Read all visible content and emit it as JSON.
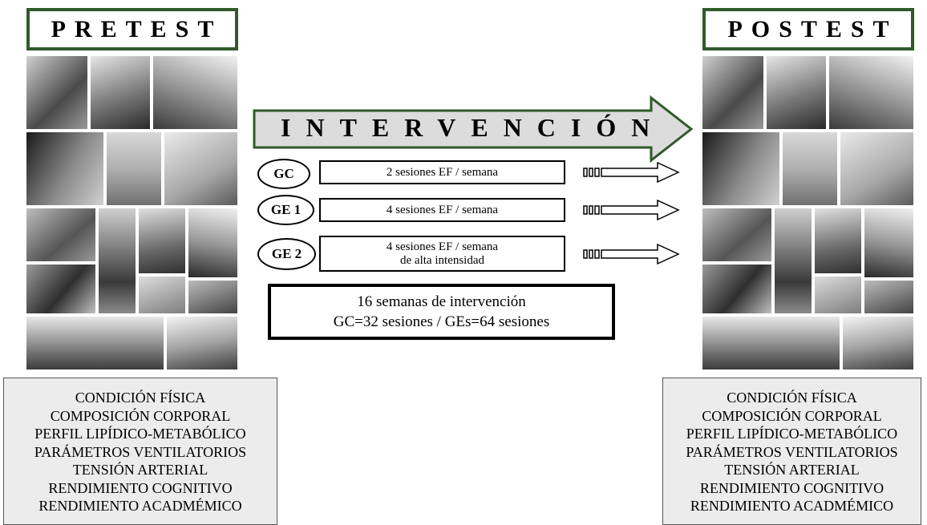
{
  "left": {
    "title": "PRETEST",
    "outcomes": [
      "CONDICIÓN FÍSICA",
      "COMPOSICIÓN CORPORAL",
      "PERFIL LIPÍDICO-METABÓLICO",
      "PARÁMETROS VENTILATORIOS",
      "TENSIÓN ARTERIAL",
      "RENDIMIENTO COGNITIVO",
      "RENDIMIENTO ACADMÉMICO"
    ]
  },
  "right": {
    "title": "POSTEST",
    "outcomes": [
      "CONDICIÓN FÍSICA",
      "COMPOSICIÓN CORPORAL",
      "PERFIL LIPÍDICO-METABÓLICO",
      "PARÁMETROS VENTILATORIOS",
      "TENSIÓN ARTERIAL",
      "RENDIMIENTO COGNITIVO",
      "RENDIMIENTO ACADMÉMICO"
    ]
  },
  "intervention": {
    "label": "INTERVENCIÓN",
    "groups": [
      {
        "name": "GC",
        "desc_line1": "2 sesiones EF / semana",
        "desc_line2": ""
      },
      {
        "name": "GE 1",
        "desc_line1": "4 sesiones EF / semana",
        "desc_line2": ""
      },
      {
        "name": "GE 2",
        "desc_line1": "4 sesiones EF / semana",
        "desc_line2": "de alta intensidad"
      }
    ],
    "summary_line1": "16 semanas de intervención",
    "summary_line2": "GC=32 sesiones / GEs=64 sesiones"
  },
  "colors": {
    "title_border": "#2f5a2a",
    "arrow_fill": "#dcdcdc",
    "arrow_border": "#2f5a2a",
    "outcome_bg": "#ececec"
  }
}
